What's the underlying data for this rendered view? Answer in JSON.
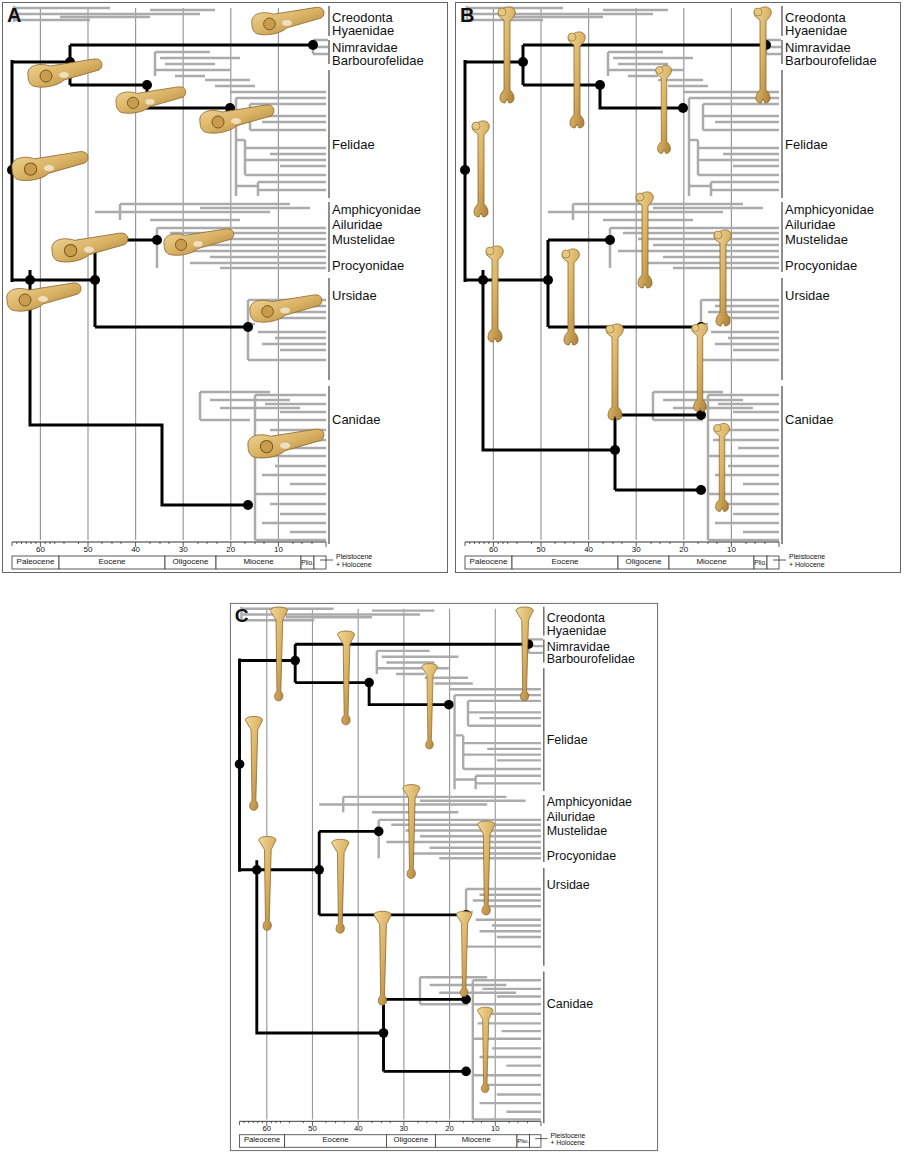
{
  "diagram": {
    "labels": [
      "A",
      "Creodonta",
      "Hyaenidae",
      "Nimravidae",
      "Barbourofelidae",
      "Felidae",
      "Amphicyonidae",
      "Ailuridae",
      "Mustelidae",
      "Procyonidae",
      "Ursidae",
      "Canidae",
      "60",
      "50",
      "40",
      "30",
      "20",
      "10",
      "Paleocene",
      "Eocene",
      "Oligocene",
      "Miocene",
      "Plio.",
      "Pleistocene",
      "+ Holocene",
      "B",
      "Creodonta",
      "Hyaenidae",
      "Nimravidae",
      "Barbourofelidae",
      "Felidae",
      "Amphicyonidae",
      "Ailuridae",
      "Mustelidae",
      "Procyonidae",
      "Ursidae",
      "Canidae",
      "60",
      "50",
      "40",
      "30",
      "20",
      "10",
      "Paleocene",
      "Eocene",
      "Oligocene",
      "Miocene",
      "Plio.",
      "Pleistocene",
      "+ Holocene",
      "C",
      "Creodonta",
      "Hyaenidae",
      "Nimravidae",
      "Barbourofelidae",
      "Felidae",
      "Amphicyonidae",
      "Ailuridae",
      "Mustelidae",
      "Procyonidae",
      "Ursidae",
      "Canidae",
      "60",
      "50",
      "40",
      "30",
      "20",
      "10",
      "Paleocene",
      "Eocene",
      "Oligocene",
      "Miocene",
      "Plio.",
      "Pleistocene",
      "+ Holocene"
    ]
  }
}
